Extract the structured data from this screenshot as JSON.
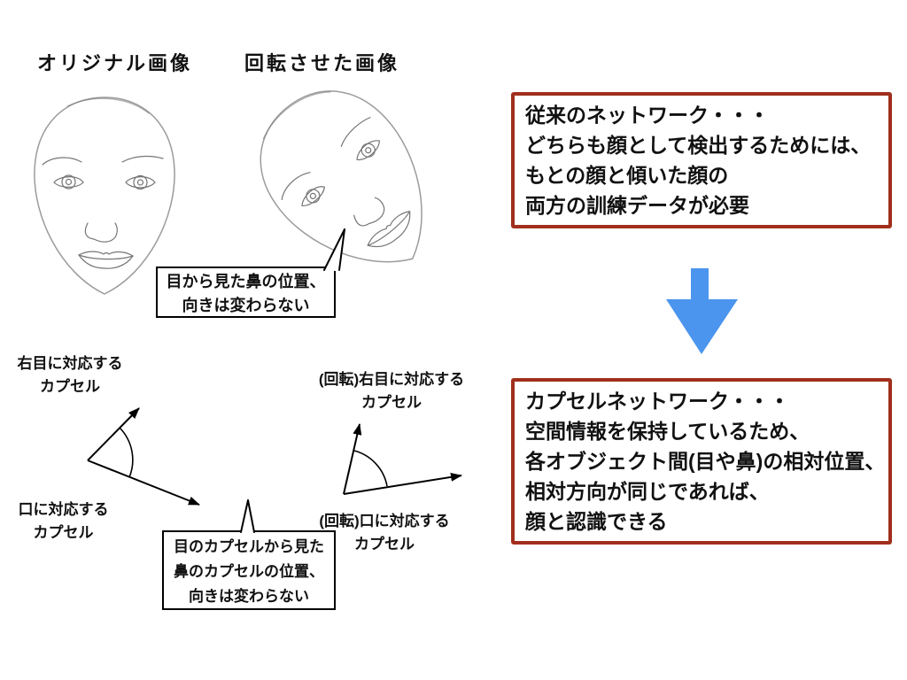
{
  "slide": {
    "titles": {
      "original": "オリジナル画像",
      "rotated": "回転させた画像"
    },
    "speech_bubbles": {
      "face_note": {
        "lines": [
          "目から見た鼻の位置、",
          "向きは変わらない"
        ]
      },
      "capsule_note": {
        "lines": [
          "目のカプセルから見た",
          "鼻のカプセルの位置、",
          "向きは変わらない"
        ]
      }
    },
    "capsule_labels": {
      "right_eye": {
        "lines": [
          "右目に対応する",
          "カプセル"
        ]
      },
      "mouth": {
        "lines": [
          "口に対応する",
          "カプセル"
        ]
      },
      "right_eye_rotated": {
        "lines": [
          "(回転)右目に対応する",
          "カプセル"
        ]
      },
      "mouth_rotated": {
        "lines": [
          "(回転)口に対応する",
          "カプセル"
        ]
      }
    },
    "note_boxes": {
      "traditional_network": {
        "lines": [
          "従来のネットワーク・・・",
          "どちらも顔として検出するためには、",
          "もとの顔と傾いた顔の",
          "両方の訓練データが必要"
        ]
      },
      "capsule_network": {
        "lines": [
          "カプセルネットワーク・・・",
          "空間情報を保持しているため、",
          "各オブジェクト間(目や鼻)の相対位置、",
          "相対方向が同じであれば、",
          "顔と認識できる"
        ]
      }
    },
    "icons": {
      "down_arrow": "blue-down-arrow"
    },
    "colors": {
      "note_box_border": "#a12f1d",
      "down_arrow_blue": "#4b95ee",
      "diagram_line": "#000000",
      "sketch_outline": "#9b9b9b",
      "sketch_feature": "#757575",
      "text": "#111111",
      "background": "#ffffff"
    }
  }
}
